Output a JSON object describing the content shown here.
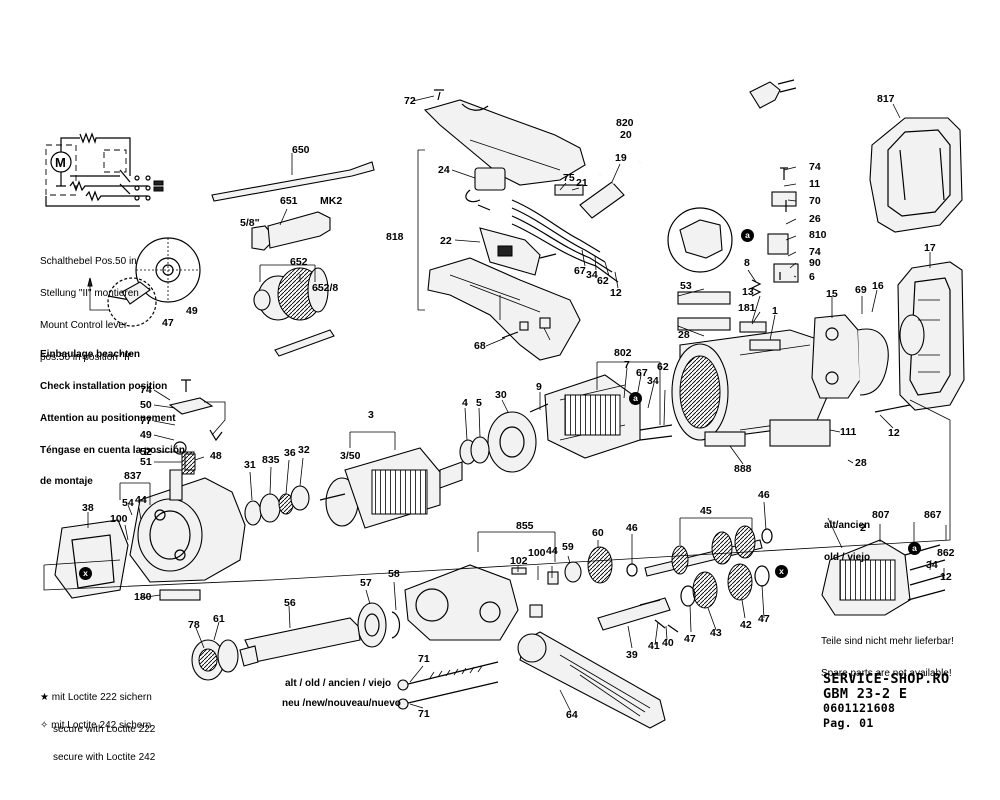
{
  "brand": {
    "site": "SERVICE-SHOP.RO",
    "model": "GBM 23-2 E",
    "part_number": "0601121608",
    "page": "Pag. 01"
  },
  "notes": {
    "switch_lever": [
      "Schalthebel Pos.50 in",
      "Stellung \"II\" montieren",
      "Mount Control lever",
      "pos.50 in position \"II\""
    ],
    "installation": [
      "Einbaulage beachten",
      "Check installation position",
      "Attention au positionnement",
      "Téngase en cuenta la posición",
      "de montaje"
    ],
    "loctite_222": [
      "mit Loctite 222 sichern",
      "secure with Loctite 222"
    ],
    "loctite_242": [
      "mit Loctite 242 sichern",
      "secure with Loctite 242"
    ],
    "spare_not_available": [
      "Teile sind nicht mehr lieferbar!",
      "Spare parts are not available!"
    ],
    "old_label": [
      "alt/ancien",
      "old / viejo"
    ],
    "old_row": "alt / old / ancien / viejo",
    "new_row": "neu /new/nouveau/nuevo",
    "thread_size": "5/8\"",
    "mk": "MK2"
  },
  "markers": {
    "a": "a",
    "x": "x"
  },
  "labels": {
    "n72": "72",
    "n818": "818",
    "n24": "24",
    "n22": "22",
    "n68": "68",
    "n820": "820",
    "n20": "20",
    "n19": "19",
    "n75": "75",
    "n21": "21",
    "n67a": "67",
    "n34a": "34",
    "n62a": "62",
    "n12a": "12",
    "n817": "817",
    "n74a": "74",
    "n11": "11",
    "n70": "70",
    "n26": "26",
    "n810": "810",
    "n74b": "74",
    "n90": "90",
    "n8": "8",
    "n6": "6",
    "n17": "17",
    "n650": "650",
    "n651": "651",
    "n652": "652",
    "n6528": "652/8",
    "n49a": "49",
    "n47a": "47",
    "n53": "53",
    "n28a": "28",
    "n13": "13",
    "n181": "181",
    "n1": "1",
    "n15": "15",
    "n69": "69",
    "n16": "16",
    "n802": "802",
    "n7": "7",
    "n67b": "67",
    "n34b": "34",
    "n62b": "62",
    "n9": "9",
    "n30": "30",
    "n4": "4",
    "n5": "5",
    "n3": "3",
    "n350": "3/50",
    "n111": "111",
    "n12b": "12",
    "n888": "888",
    "n28b": "28",
    "n74c": "74",
    "n50": "50",
    "n77": "77",
    "n49b": "49",
    "n52": "52",
    "n51": "51",
    "n48": "48",
    "n31": "31",
    "n835": "835",
    "n36": "36",
    "n32": "32",
    "n837": "837",
    "n54": "54",
    "n44a": "44",
    "n100a": "100",
    "n38": "38",
    "n180": "180",
    "n855": "855",
    "n102": "102",
    "n100b": "100",
    "n44b": "44",
    "n59": "59",
    "n60": "60",
    "n45": "45",
    "n46a": "46",
    "n46b": "46",
    "n57": "57",
    "n58": "58",
    "n56": "56",
    "n78": "78",
    "n61": "61",
    "n47b": "47",
    "n43": "43",
    "n42": "42",
    "n47c": "47",
    "n39": "39",
    "n41": "41",
    "n40": "40",
    "n71a": "71",
    "n71b": "71",
    "n64": "64",
    "n2": "2",
    "n807": "807",
    "n867": "867",
    "n862": "862",
    "n34c": "34",
    "n12c": "12"
  }
}
